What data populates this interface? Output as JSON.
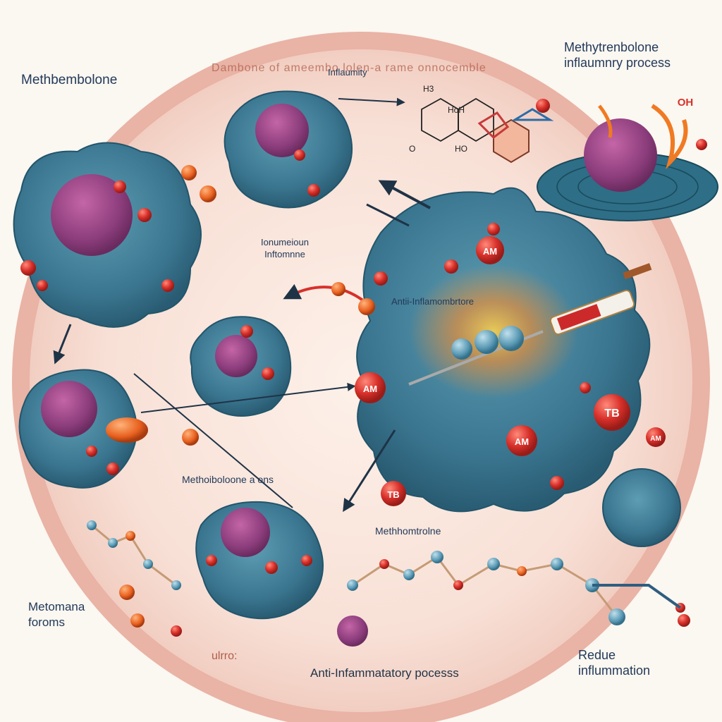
{
  "diagram": {
    "arc_title": "Dambone of ameembo lolen-a rame onnocemble",
    "top_center_label": "Inflaumity",
    "top_right_title": "Methytrenbolone",
    "top_right_subtitle": "inflaumnry process",
    "top_left_label": "Methbembolone",
    "center_label_line1": "Ionumeioun",
    "center_label_line2": "Inftomnne",
    "drug_label": "Antii-Inflamombrtore",
    "mid_lower_label": "Methoiboloone a ons",
    "lower_center_label": "Methhomtrolne",
    "bottom_left_line1": "Metomana",
    "bottom_left_line2": "foroms",
    "bottom_arc_prefix": "ulrro:",
    "bottom_arc_label": "Anti-Infammatatory pocesss",
    "bottom_right_line1": "Redue",
    "bottom_right_line2": "inflummation",
    "badges": {
      "tb_right": "TB",
      "tb_lower": "TB",
      "oh_top": "OH",
      "am_1": "AM",
      "am_2": "AM",
      "am_3": "AM",
      "am_4": "AM"
    },
    "chem": {
      "h3": "H3",
      "hoh": "HoH",
      "o": "O",
      "ho": "HO"
    },
    "colors": {
      "cell": "#3f7f97",
      "nucleus": "#8a3f78",
      "granule": "#d8302a",
      "ring": "#e4a99a",
      "flame": "#f07a22"
    }
  }
}
